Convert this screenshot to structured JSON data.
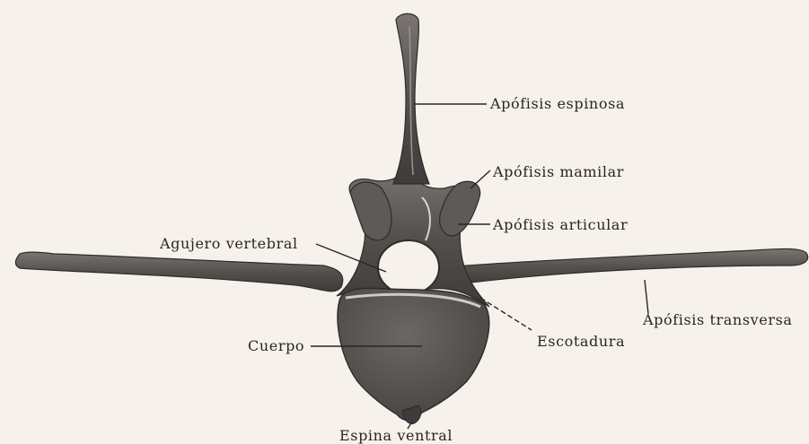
{
  "labels": {
    "espinosa": "Apófisis espinosa",
    "mamilar": "Apófisis mamilar",
    "articular": "Apófisis articular",
    "agujero": "Agujero vertebral",
    "transversa": "Apófisis transversa",
    "escotadura": "Escotadura",
    "cuerpo": "Cuerpo",
    "espina_ventral": "Espina ventral"
  },
  "colors": {
    "background": "#f6f1ea",
    "bone_dark": "#4d4947",
    "bone_mid": "#6d6966",
    "bone_light": "#d8d3cd",
    "body_fill": "#5a5654",
    "ink": "#2a2522"
  }
}
